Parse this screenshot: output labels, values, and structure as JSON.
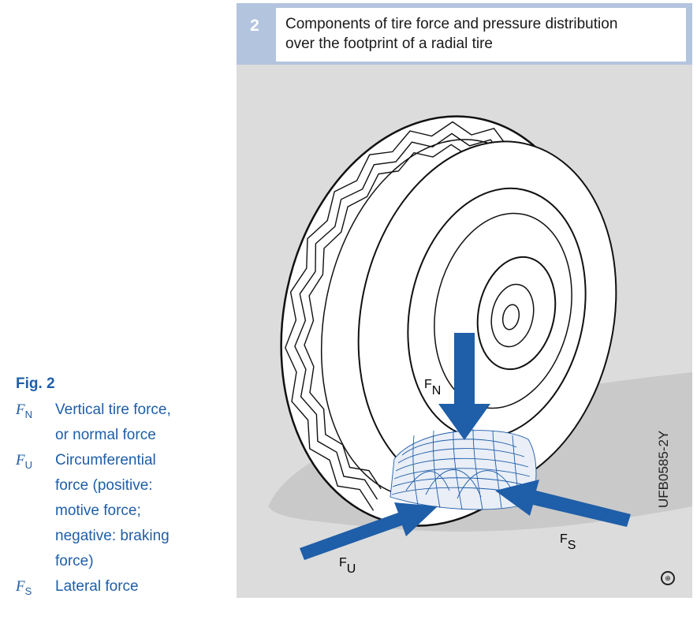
{
  "caption": {
    "figure_label": "Fig. 2",
    "legend": [
      {
        "symbol": "F",
        "subscript": "N",
        "lines": [
          "Vertical tire force,",
          "or normal force"
        ]
      },
      {
        "symbol": "F",
        "subscript": "U",
        "lines": [
          "Circumferential",
          "force (positive:",
          "motive force;",
          "negative: braking",
          "force)"
        ]
      },
      {
        "symbol": "F",
        "subscript": "S",
        "lines": [
          "Lateral force"
        ]
      }
    ]
  },
  "panel": {
    "number": "2",
    "title_lines": [
      "Components of tire force and pressure distribution",
      "over the footprint of a radial tire"
    ],
    "code": "UFB0585-2Y"
  },
  "diagram": {
    "labels": {
      "fn": {
        "main": "F",
        "sub": "N"
      },
      "fu": {
        "main": "F",
        "sub": "U"
      },
      "fs": {
        "main": "F",
        "sub": "S"
      }
    },
    "colors": {
      "arrow": "#1f5ea8",
      "panel_bg": "#dcdcdc",
      "header_bg": "#b3c4df",
      "ground_shadow": "#c9c9c9"
    }
  }
}
